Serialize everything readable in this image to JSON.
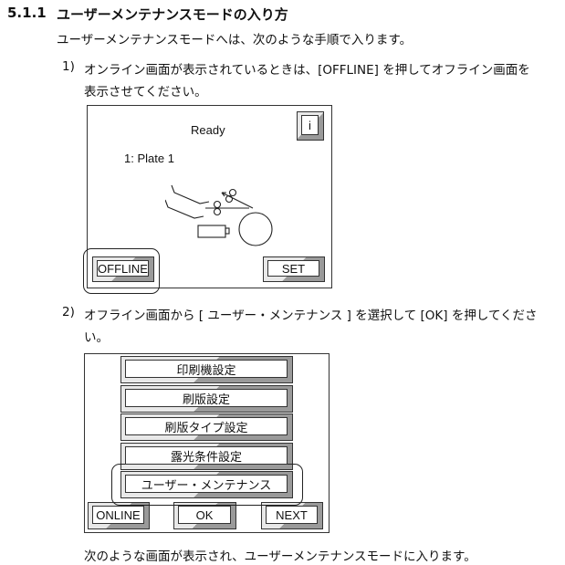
{
  "section": {
    "number": "5.1.1",
    "title": "ユーザーメンテナンスモードの入り方",
    "intro": "ユーザーメンテナンスモードへは、次のような手順で入ります。"
  },
  "steps": [
    {
      "num": "1)",
      "line1": "オンライン画面が表示されているときは、[OFFLINE] を押してオフライン画面を",
      "line2": "表示させてください。"
    },
    {
      "num": "2)",
      "line1": "オフライン画面から [ ユーザー・メンテナンス ] を選択して [OK] を押してくださ",
      "line2": "い。"
    }
  ],
  "online_screen": {
    "status": "Ready",
    "plate": "1: Plate 1",
    "info_button": "i",
    "offline_button": "OFFLINE",
    "set_button": "SET"
  },
  "offline_screen": {
    "menu": [
      "印刷機設定",
      "刷版設定",
      "刷版タイプ設定",
      "露光条件設定",
      "ユーザー・メンテナンス"
    ],
    "online_button": "ONLINE",
    "ok_button": "OK",
    "next_button": "NEXT"
  },
  "footer_text": "次のような画面が表示され、ユーザーメンテナンスモードに入ります。"
}
